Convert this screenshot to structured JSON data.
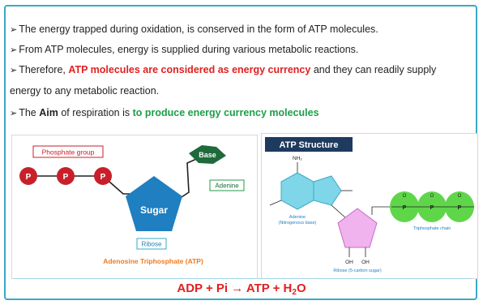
{
  "bullets": {
    "b1": "The energy trapped during oxidation, is conserved in the form of ATP molecules.",
    "b2": "From ATP molecules, energy is supplied during various metabolic reactions.",
    "b3_pre": "Therefore, ",
    "b3_red": "ATP molecules are considered as energy currency",
    "b3_post": " and they can readily supply",
    "b3_cont": "energy to any metabolic reaction.",
    "b4_pre": "The ",
    "b4_bold": "Aim",
    "b4_mid": " of respiration is ",
    "b4_green": "to produce energy currency molecules"
  },
  "left_diagram": {
    "phosphate_label": "Phosphate group",
    "p": "P",
    "sugar": "Sugar",
    "base": "Base",
    "adenine": "Adenine",
    "ribose": "Ribose",
    "caption": "Adenosine Triphosphate (ATP)"
  },
  "right_diagram": {
    "title": "ATP Structure",
    "nh2": "NH₂",
    "adenine_label": "Adenine",
    "adenine_sub": "(Nitrogenous base)",
    "ribose_label": "Ribose (5-carbon sugar)",
    "triphosphate_label": "Triphosphate chain",
    "oh": "OH",
    "p": "P",
    "o": "O"
  },
  "equation": {
    "left": "ADP + Pi",
    "arrow": "→",
    "right": "ATP + H",
    "sub": "2",
    "end": "O"
  },
  "colors": {
    "accent": "#3aa9c9",
    "red": "#e02020",
    "green": "#1d9e4a",
    "phosphate_red": "#c8202a",
    "sugar_blue": "#1f7fc0",
    "base_green": "#1f6a3a"
  }
}
